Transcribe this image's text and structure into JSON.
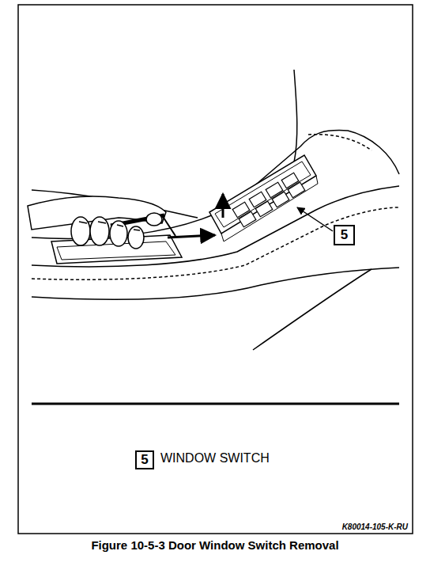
{
  "diagram": {
    "caption": "Figure 10-5-3 Door Window Switch Removal",
    "nodes": [
      {
        "text": [
          "5"
        ]
      },
      {
        "text": [
          "5"
        ]
      }
    ],
    "labels": [
      "WINDOW SWITCH",
      "K80014-105-K-RU"
    ]
  }
}
